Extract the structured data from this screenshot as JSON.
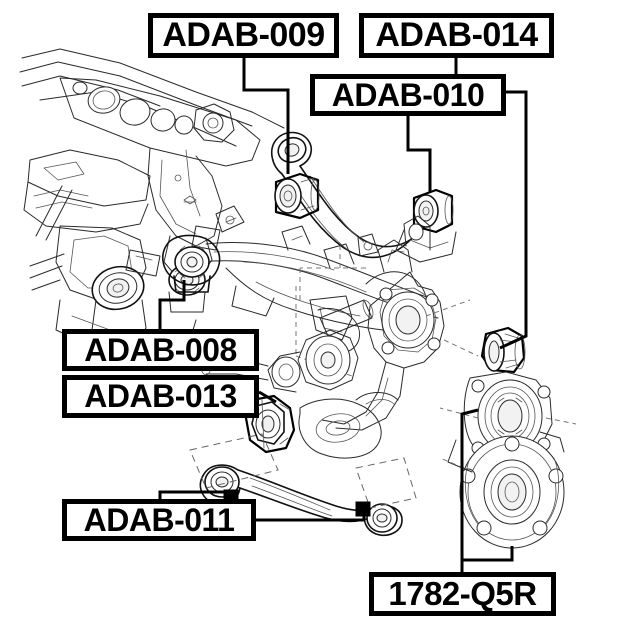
{
  "diagram": {
    "title": "Rear suspension assembly exploded parts diagram",
    "background_color": "#ffffff",
    "line_color": "#1a1a1a",
    "label_border_color": "#000000",
    "label_text_color": "#000000"
  },
  "labels": [
    {
      "id": "adab-009",
      "text": "ADAB-009",
      "target": "upper-control-arm-inner-bushing"
    },
    {
      "id": "adab-014",
      "text": "ADAB-014",
      "target": "knuckle-bushing"
    },
    {
      "id": "adab-010",
      "text": "ADAB-010",
      "target": "upper-arm-outer-bushing"
    },
    {
      "id": "adab-008",
      "text": "ADAB-008",
      "target": "lower-arm-bushing"
    },
    {
      "id": "adab-013",
      "text": "ADAB-013",
      "target": "hex-flange-bushing"
    },
    {
      "id": "adab-011",
      "text": "ADAB-011",
      "target": "toe-link-bushings"
    },
    {
      "id": "hub-1782-q5r",
      "text": "1782-Q5R",
      "target": "wheel-hub-bearing-assembly"
    }
  ],
  "parts": [
    {
      "name": "rear-subframe",
      "description": "Rear subframe crossmember with mounting holes"
    },
    {
      "name": "upper-control-arm",
      "description": "Upper control arm with bushings at both ends"
    },
    {
      "name": "lower-control-arm",
      "description": "Lower control arm"
    },
    {
      "name": "trailing-arm",
      "description": "Trailing arm with bushing"
    },
    {
      "name": "steering-knuckle",
      "description": "Rear steering knuckle / wheel carrier"
    },
    {
      "name": "toe-link",
      "description": "Toe control link arm"
    },
    {
      "name": "wheel-bearing-flange",
      "description": "Wheel bearing flange"
    },
    {
      "name": "wheel-hub",
      "description": "Wheel hub with five bolt holes"
    },
    {
      "name": "stabilizer-link",
      "description": "Stabilizer bar link"
    }
  ]
}
